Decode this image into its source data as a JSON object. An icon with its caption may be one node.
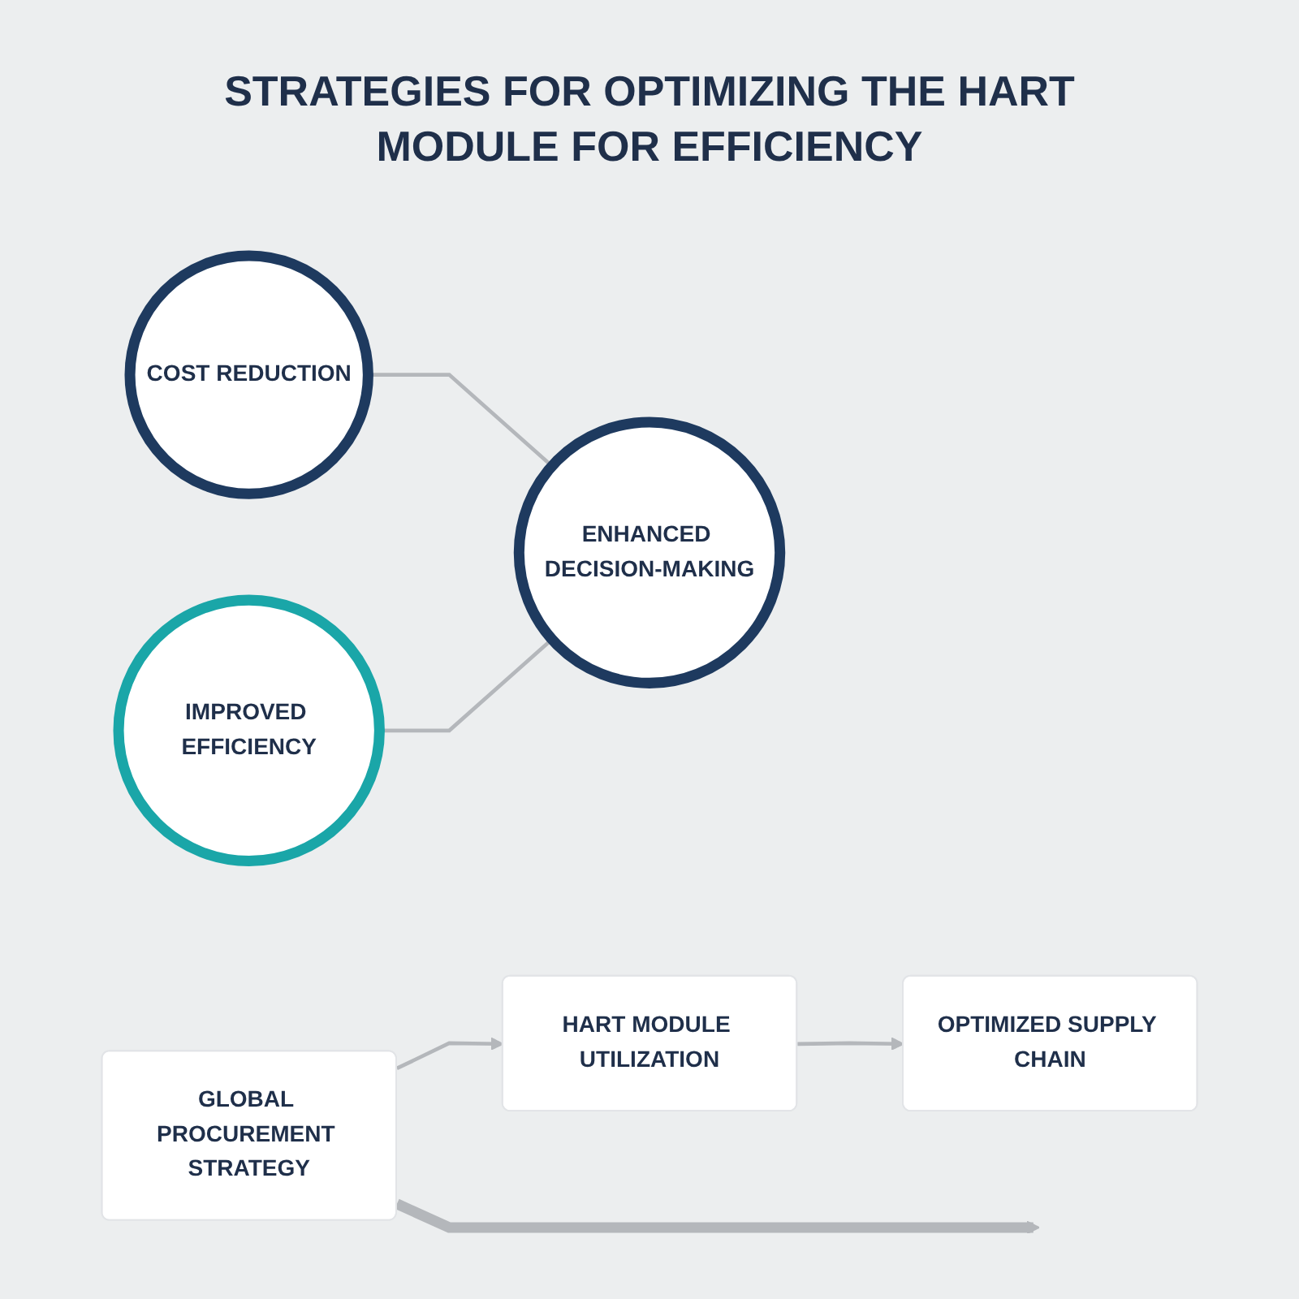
{
  "diagram": {
    "title": "STRATEGIES FOR OPTIMIZING THE HART MODULE FOR EFFICIENCY",
    "nodes": [
      {
        "text": [
          "GLOBAL PROCUREMENT STRATEGY"
        ]
      },
      {
        "text": [
          "HART MODULE UTILIZATION"
        ]
      },
      {
        "text": [
          "OPTIMIZED SUPPLY CHAIN"
        ]
      },
      {
        "text": [
          "COST REDUCTION"
        ]
      },
      {
        "text": [
          "IMPROVED EFFICIENCY"
        ]
      },
      {
        "text": [
          "ENHANCED DECISION-MAKING"
        ]
      }
    ],
    "edges": [
      {
        "from": 0,
        "to": 1,
        "arrow": "to"
      },
      {
        "from": 1,
        "to": 2,
        "arrow": "to"
      },
      {
        "from": 0,
        "to": null,
        "arrow": "to",
        "style": "thick"
      },
      {
        "from": 3,
        "to": 5,
        "arrow": "none"
      },
      {
        "from": 4,
        "to": 5,
        "arrow": "none"
      }
    ]
  }
}
